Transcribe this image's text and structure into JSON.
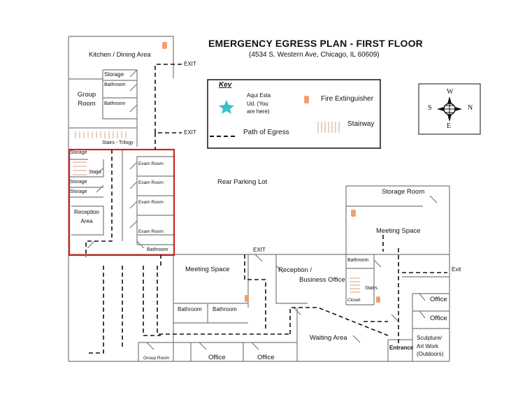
{
  "title": "EMERGENCY EGRESS PLAN - FIRST FLOOR",
  "address": "(4534 S. Western Ave, Chicago, IL 60609)",
  "key": {
    "heading": "Key",
    "you_are_here": "Aqui Esta Ud. (You are here)",
    "you_are_here_lines": [
      "Aqui Esta",
      "Ud. (You",
      "are here)"
    ],
    "fire_extinguisher": "Fire Extinguisher",
    "path_of_egress": "Path of Egress",
    "stairway": "Stairway"
  },
  "compass": {
    "n": "N",
    "s": "S",
    "e": "E",
    "w": "W"
  },
  "rooms": {
    "kitchen": "Kitchen / Dining Area",
    "storage_top": "Storage",
    "bathroom_1": "Bathroom",
    "bathroom_2": "Bathroom",
    "group_room_lines": [
      "Group",
      "Room"
    ],
    "stairs_trilogy": "Stairs - Trilogy",
    "storage_a": "Storage",
    "stairs_left": "Stairs",
    "storage_b": "Storage",
    "storage_c": "Storage",
    "reception_area_lines": [
      "Reception",
      "Area"
    ],
    "exam_room_1": "Exam Room",
    "exam_room_2": "Exam Room",
    "exam_room_3": "Exam Room",
    "exam_room_4": "Exam Room",
    "bathroom_exam": "Bathroom",
    "rear_parking": "Rear Parking Lot",
    "storage_room": "Storage Room",
    "meeting_space_right": "Meeting Space",
    "meeting_space_center": "Meeting Space",
    "bathroom_c1": "Bathroom",
    "bathroom_c2": "Bathroom",
    "reception_business_lines": [
      "Reception /",
      "Business Office"
    ],
    "bathroom_right": "Bathroom",
    "stairs_right": "Stairs",
    "closet": "Closet",
    "office_r1": "Office",
    "office_r2": "Office",
    "waiting_area": "Waiting Area",
    "entrance": "Entrance",
    "sculpture_lines": [
      "Sculpture/",
      "Art Work",
      "(Outdoors)"
    ],
    "group_room_bottom": "Group Room",
    "office_b1": "Office",
    "office_b2": "Office"
  },
  "exits": {
    "exit_1": "EXIT",
    "exit_2": "EXIT",
    "exit_3": "EXIT",
    "exit_4": "Exit"
  },
  "colors": {
    "wall": "#7a7a7a",
    "highlight": "#d62020",
    "you_are_here": "#3cc0c8",
    "extinguisher": "#f0a070",
    "egress": "#111111"
  }
}
